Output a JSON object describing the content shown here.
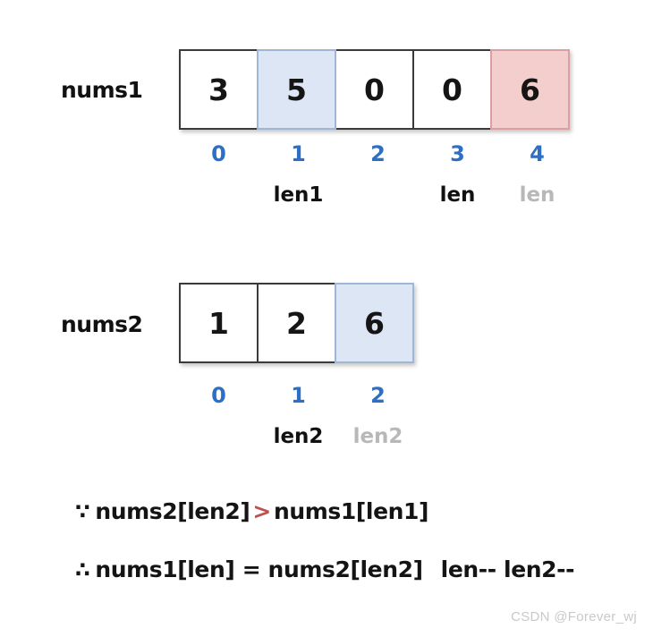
{
  "diagram": {
    "title": "merge sorted array pointer walkthrough",
    "background": "#ffffff",
    "colors": {
      "index_blue": "#2d6fc4",
      "highlight_blue": "#dce6f5",
      "highlight_pink": "#f4cdcd",
      "ghost_gray": "#b8b8b8",
      "accent_red": "#c0504d",
      "cell_border": "#3a3a3a",
      "text_black": "#141414"
    },
    "arrays": [
      {
        "name": "nums1",
        "label": "nums1",
        "cells": [
          {
            "value": "3",
            "fill": "none"
          },
          {
            "value": "5",
            "fill": "blue"
          },
          {
            "value": "0",
            "fill": "none"
          },
          {
            "value": "0",
            "fill": "none"
          },
          {
            "value": "6",
            "fill": "pink"
          }
        ],
        "indices": [
          "0",
          "1",
          "2",
          "3",
          "4"
        ],
        "pointers": [
          "",
          "len1",
          "",
          "len",
          "len"
        ],
        "pointer_styles": [
          "empty",
          "solid",
          "empty",
          "solid",
          "ghost"
        ]
      },
      {
        "name": "nums2",
        "label": "nums2",
        "cells": [
          {
            "value": "1",
            "fill": "none"
          },
          {
            "value": "2",
            "fill": "none"
          },
          {
            "value": "6",
            "fill": "blue"
          }
        ],
        "indices": [
          "0",
          "1",
          "2"
        ],
        "pointers": [
          "",
          "len2",
          "len2"
        ],
        "pointer_styles": [
          "empty",
          "solid",
          "ghost"
        ]
      }
    ],
    "formulas": [
      {
        "symbol": "∵",
        "left": "nums2[len2]",
        "operator": ">",
        "right": "nums1[len1]"
      },
      {
        "symbol": "∴",
        "left": "nums1[len] = nums2[len2]",
        "operator": "",
        "right": "len-- len2--"
      }
    ],
    "watermark": "CSDN @Forever_wj"
  }
}
